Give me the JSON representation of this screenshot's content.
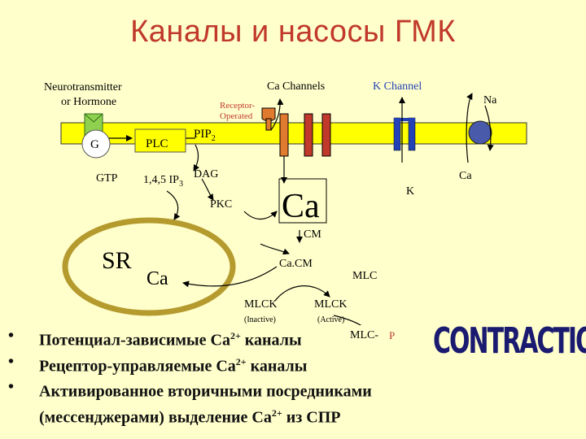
{
  "title": "Каналы и насосы ГМК",
  "labels": {
    "neurotransmitter_line1": "Neurotransmitter",
    "neurotransmitter_line2": "or Hormone",
    "ca_channels": "Ca Channels",
    "k_channel": "K Channel",
    "receptor_line1": "Receptor-",
    "receptor_line2": "Operated",
    "na": "Na",
    "g": "G",
    "plc": "PLC",
    "pip": "PIP",
    "pip_sub": "2",
    "gtp": "GTP",
    "ip3": "1,4,5 IP",
    "ip3_sub": "3",
    "dag": "DAG",
    "pkc": "PKC",
    "ca_big": "Ca",
    "k": "K",
    "ca_right": "Ca",
    "cm": "CM",
    "sr": "SR",
    "ca_sr": "Ca",
    "cacm": "Ca.CM",
    "mlc": "MLC",
    "mlck_inactive": "MLCK",
    "inactive": "(Inactive)",
    "mlck_active": "MLCK",
    "active": "(Active)",
    "mlc_p": "MLC-",
    "p": "P",
    "contraction": "CONTRACTION"
  },
  "bullets": [
    {
      "dot": "•",
      "text": "Потенциал-зависимые Ca",
      "sup": "2+",
      "tail": " каналы"
    },
    {
      "dot": "•",
      "text": "Рецептор-управляемые Ca",
      "sup": "2+",
      "tail": " каналы"
    },
    {
      "dot": "•",
      "text": "Активированное вторичными посредниками",
      "sup": "",
      "tail": ""
    },
    {
      "dot": "",
      "text": "(мессенджерами) выделение Ca",
      "sup": "2+",
      "tail": " из СПР"
    }
  ],
  "colors": {
    "background": "#FFFFCC",
    "title": "#C0392B",
    "membrane": "#FFFF00",
    "receptor": "#8FD14F",
    "ca_channel": "#E07A2E",
    "red_channel": "#C0392B",
    "k_channel": "#2442B8",
    "pump": "#4A5AAA",
    "sr": "#B59A2E"
  }
}
